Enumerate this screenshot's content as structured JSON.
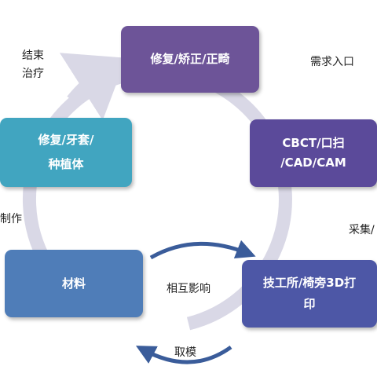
{
  "nodes": {
    "top": {
      "lines": [
        "修复/矫正/正畸"
      ]
    },
    "right": {
      "lines": [
        "CBCT/口扫",
        "/CAD/CAM"
      ]
    },
    "left": {
      "lines": [
        "修复/牙套/",
        "种植体"
      ]
    },
    "bottom": {
      "lines": [
        "技工所/椅旁3D打",
        "印"
      ]
    },
    "material": {
      "lines": [
        "材料"
      ]
    }
  },
  "labels": {
    "end": [
      "结束",
      "治疗"
    ],
    "need_entry": "需求入口",
    "make": "制作",
    "collect": "采集/",
    "mutual": "相互影响",
    "take_impression": "取模"
  },
  "colors": {
    "ring": "#d9d8e6",
    "top": "#6d5498",
    "right": "#5b4a9a",
    "left": "#41a5c0",
    "bottom": "#4d57a6",
    "material": "#4f7db8",
    "arrow": "#3a5c9a"
  }
}
